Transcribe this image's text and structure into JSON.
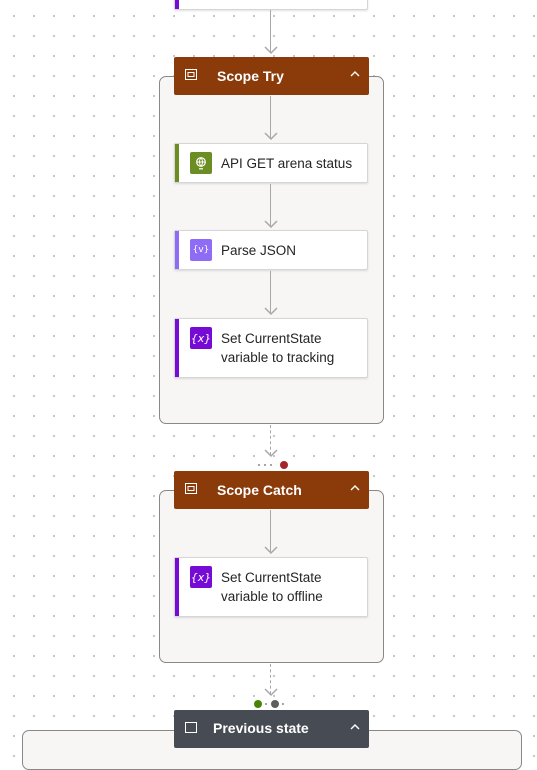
{
  "flow": {
    "scope_try": {
      "title": "Scope Try",
      "header_color": "#8b3a09",
      "icon": "scope-icon",
      "actions": [
        {
          "label": "API GET arena status",
          "icon": "globe-icon",
          "accent": "#6b8e23"
        },
        {
          "label": "Parse JSON",
          "icon": "data-operation-icon",
          "accent": "#8f6cf5"
        },
        {
          "label": "Set CurrentState\nvariable to tracking",
          "icon": "variable-icon",
          "accent": "#770bd6"
        }
      ]
    },
    "scope_catch": {
      "title": "Scope Catch",
      "header_color": "#8b3a09",
      "icon": "scope-icon",
      "actions": [
        {
          "label": "Set CurrentState\nvariable to offline",
          "icon": "variable-icon",
          "accent": "#770bd6"
        }
      ]
    },
    "previous_state": {
      "title": "Previous state",
      "header_color": "#474c54"
    },
    "run_after_indicators": {
      "catch": [
        "#a4262c"
      ],
      "previous_state": [
        "#498205",
        "#605e5c"
      ]
    }
  }
}
